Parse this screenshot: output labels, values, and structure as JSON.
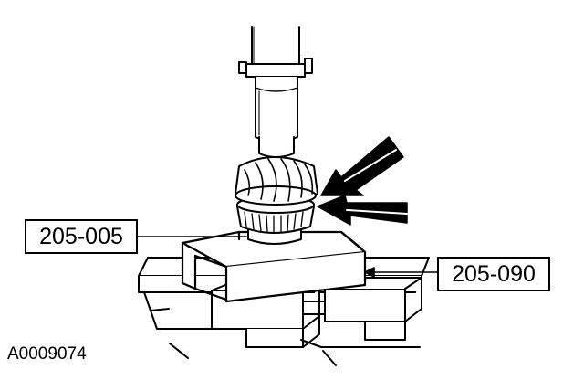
{
  "labels": {
    "tool_left": "205-005",
    "tool_right": "205-090"
  },
  "figure_id": "A0009074",
  "colors": {
    "ink": "#000000",
    "paper": "#ffffff"
  }
}
